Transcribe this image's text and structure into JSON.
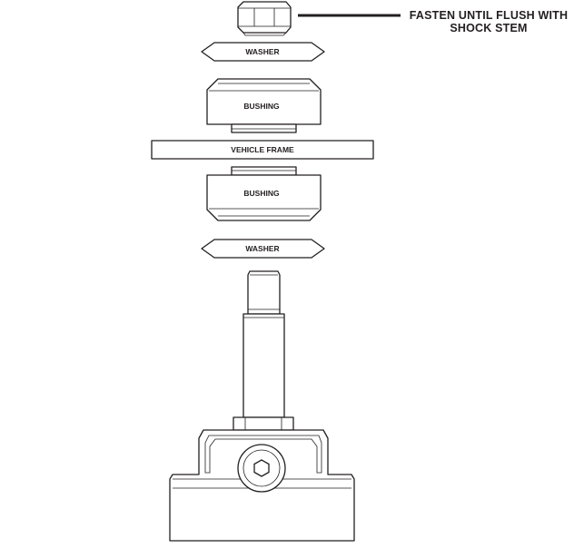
{
  "diagram": {
    "note_line1": "FASTEN UNTIL FLUSH WITH",
    "note_line2": "SHOCK STEM",
    "top_washer": "WASHER",
    "top_bushing": "BUSHING",
    "frame": "VEHICLE FRAME",
    "bottom_bushing": "BUSHING",
    "bottom_washer": "WASHER"
  }
}
